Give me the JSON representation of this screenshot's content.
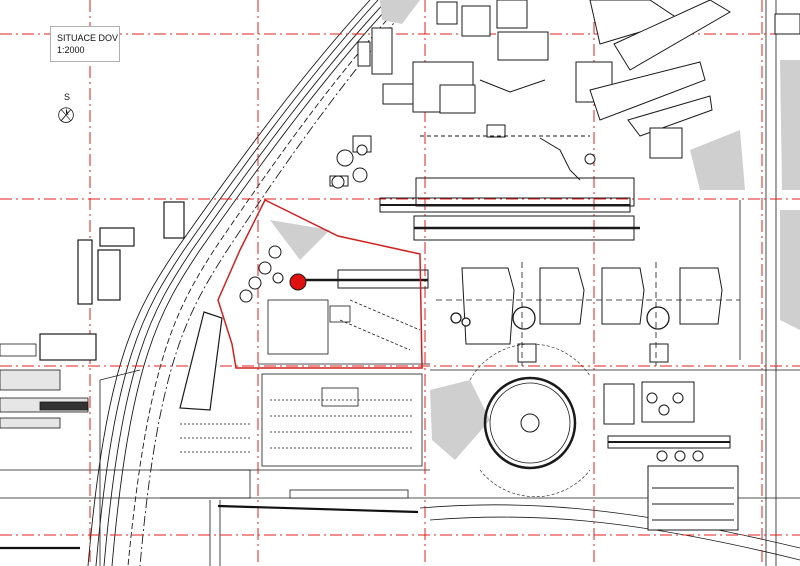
{
  "title": "SITUACE DOV",
  "scale": "1:2000",
  "north_label": "S",
  "colors": {
    "grid": "#e0201c",
    "boundary": "#d22020",
    "marker": "#e01010",
    "line": "#1a1a1a",
    "fill": "#d8d8d8",
    "dark": "#111111"
  },
  "icons": {
    "compass": "north-arrow-icon",
    "marker": "location-marker-icon"
  }
}
